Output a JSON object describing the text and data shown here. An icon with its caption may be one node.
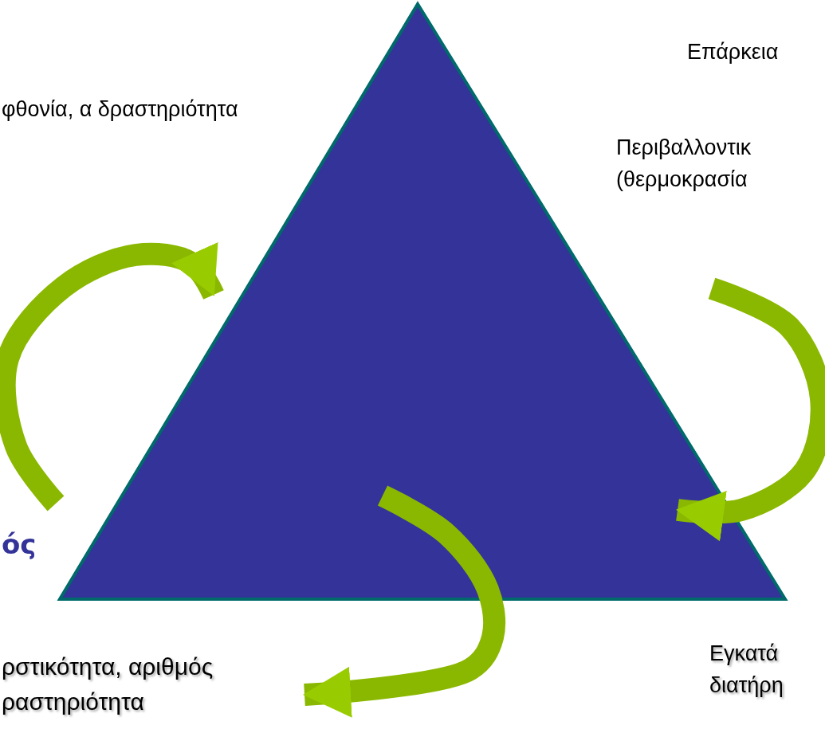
{
  "diagram": {
    "nodes": [
      {
        "text": [],
        "shape": "triangle"
      },
      {
        "text": [
          "ρστικότητα, αριθμός ραστηριότητα"
        ]
      }
    ],
    "edges": [
      {
        "from": null,
        "to": 0,
        "arrow": "to"
      },
      {
        "from": null,
        "to": 0,
        "arrow": "to"
      },
      {
        "from": 0,
        "to": 1,
        "arrow": "to"
      }
    ],
    "labels": [
      "φθονία, α δραστηριότητα",
      "Επάρκεια",
      "Περιβαλλοντικ (θερμοκρασία",
      "ός",
      "Εγκατά διατήρη"
    ]
  }
}
